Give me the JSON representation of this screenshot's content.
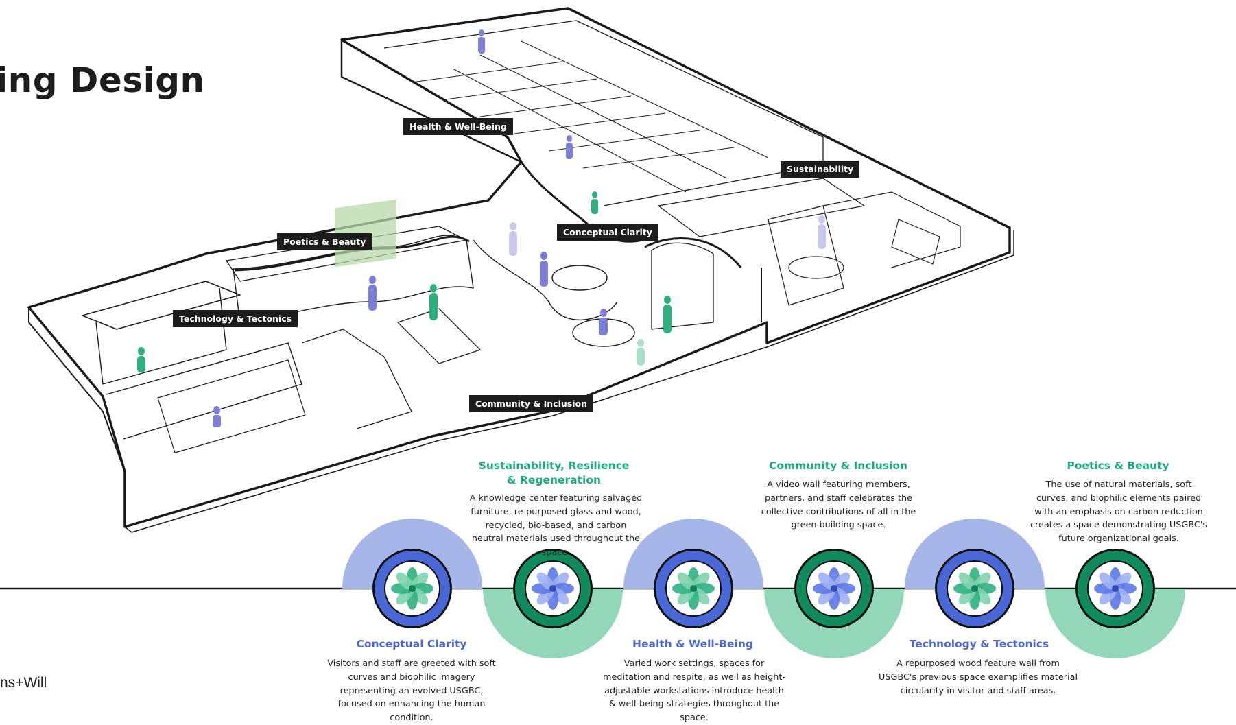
{
  "header": {
    "title": "ing Design",
    "credit": "ns+Will"
  },
  "plan_tags": [
    "Health & Well-Being",
    "Sustainability",
    "Conceptual Clarity",
    "Poetics & Beauty",
    "Technology & Tectonics",
    "Community & Inclusion"
  ],
  "principles": [
    {
      "title": "Conceptual Clarity",
      "text": "Visitors and staff are greeted with soft curves and biophilic imagery representing an evolved USGBC, focused on enhancing the human condition.",
      "color": "#4a67d6"
    },
    {
      "title": "Sustainability, Resilience & Regeneration",
      "text": "A knowledge center featuring salvaged furniture, re-purposed glass and wood, recycled, bio-based, and carbon neutral materials used throughout the space.",
      "color": "#1bab7e"
    },
    {
      "title": "Health & Well-Being",
      "text": "Varied work settings, spaces for meditation and respite, as well as height-adjustable workstations introduce health & well-being strategies throughout the space.",
      "color": "#4a67d6"
    },
    {
      "title": "Community & Inclusion",
      "text": "A video wall featuring members, partners, and staff celebrates the collective contributions of all in the green building space.",
      "color": "#1bab7e"
    },
    {
      "title": "Technology & Tectonics",
      "text": "A repurposed wood feature wall from USGBC's previous space exemplifies material circularity in visitor and staff areas.",
      "color": "#4a67d6"
    },
    {
      "title": "Poetics & Beauty",
      "text": "The use of natural materials, soft curves, and biophilic elements paired with an emphasis on carbon reduction creates a space demonstrating USGBC's future organizational goals.",
      "color": "#1bab7e"
    }
  ],
  "colors": {
    "blue": "#4a67d6",
    "blue_light": "#a7b6e9",
    "green": "#118a5e",
    "green_light": "#93d7ba",
    "figure_green": "#2fb07f",
    "figure_purple": "#7b7fd8"
  }
}
